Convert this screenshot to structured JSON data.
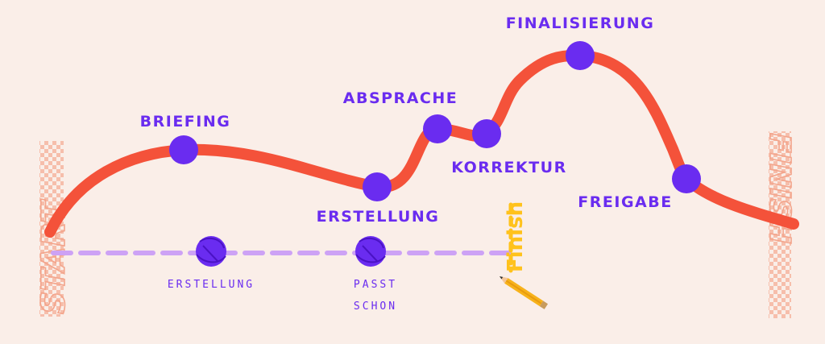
{
  "start_label": "START",
  "finish_flag_label": "FINISH",
  "finish_handwritten": "Finish",
  "milestones": [
    {
      "label": "BRIEFING"
    },
    {
      "label": "ERSTELLUNG"
    },
    {
      "label": "ABSPRACHE"
    },
    {
      "label": "KORREKTUR"
    },
    {
      "label": "FINALISIERUNG"
    },
    {
      "label": "FREIGABE"
    }
  ],
  "shortcut_stops": [
    {
      "label": "ERSTELLUNG"
    },
    {
      "label_line1": "PASST",
      "label_line2": "SCHON"
    }
  ],
  "colors": {
    "background": "#faeee8",
    "curve": "#f4523a",
    "node": "#6a2cf0",
    "text": "#6a2cf0",
    "dashed_line": "#cda2f5",
    "finish_text": "#ffc21c",
    "checker": "#f3a58c"
  }
}
